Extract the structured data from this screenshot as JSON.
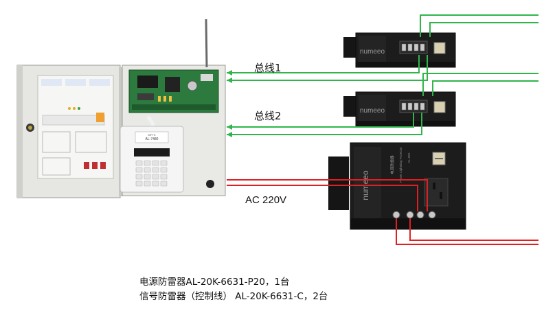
{
  "labels": {
    "bus1": "总线1",
    "bus2": "总线2",
    "ac": "AC 220V"
  },
  "notes": [
    "电源防雷器AL-20K-6631-P20，1台",
    "信号防雷器（控制线） AL-20K-6631-C，2台"
  ],
  "device_text": {
    "brand": "numeeo",
    "keypad_brand": "AL-7480",
    "keypad_sub": "MFTS",
    "protector_title": "Power Lightning Protector",
    "protector_cn": "电源防雷器",
    "protector_model": "AL-20K"
  },
  "colors": {
    "bus_line": "#2fb54a",
    "power_line": "#e02020",
    "panel_body": "#e6e6e2",
    "protector_body": "#1c1c1c",
    "pcb": "#2d7a3e"
  }
}
